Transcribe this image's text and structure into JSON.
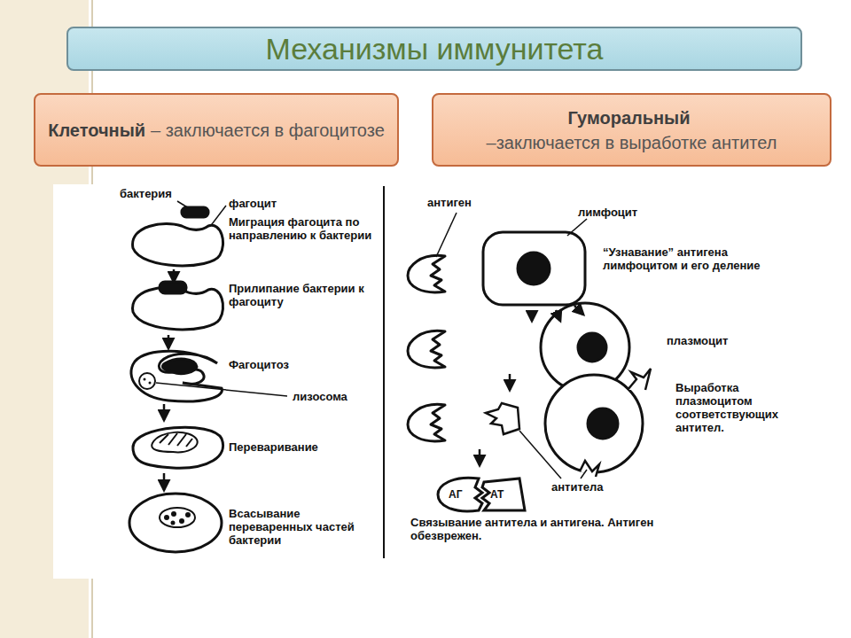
{
  "diagram": {
    "title": "Механизмы иммунитета",
    "nodes": [
      {
        "text": [
          "Клеточный",
          "– заключается в фагоцитозе"
        ]
      },
      {
        "text": [
          "Гуморальный",
          "–заключается в выработке антител"
        ]
      }
    ],
    "labels": [
      "бактерия",
      "фагоцит",
      "Миграция фагоцита по направлению к бактерии",
      "Прилипание бактерии к фагоциту",
      "Фагоцитоз",
      "лизосома",
      "Переваривание",
      "Всасывание переваренных частей бактерии",
      "антиген",
      "лимфоцит",
      "“Узнавание” антигена лимфоцитом и его деление",
      "плазмоцит",
      "Выработка плазмоцитом соответствующих антител.",
      "антитела",
      "АГ",
      "АТ",
      "Связывание антитела и антигена. Антиген обезврежен."
    ]
  }
}
